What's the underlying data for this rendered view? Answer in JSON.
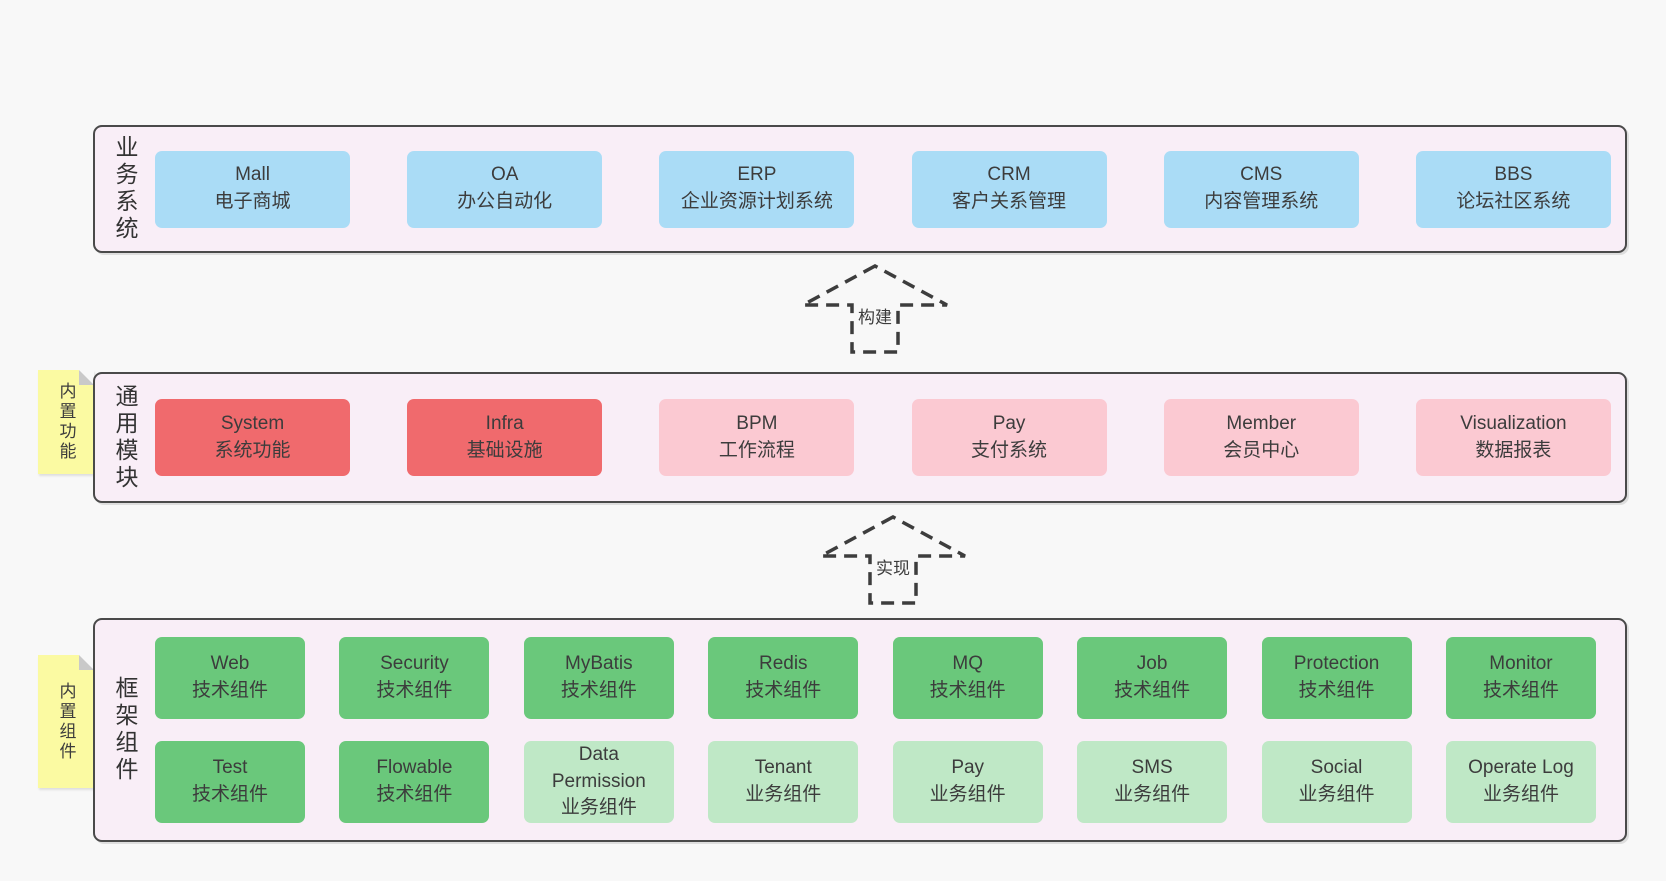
{
  "colors": {
    "page_bg": "#f8f8f8",
    "layer_bg": "#f9eef7",
    "layer_border": "#4a4a4a",
    "blue": "#aadcf6",
    "red": "#f06a6d",
    "pink": "#fbc9d2",
    "green": "#6ac87b",
    "light_green": "#bfe8c6",
    "note_bg": "#fbfaa2",
    "note_fold": "#c9c9c9",
    "text": "#3c3c3c"
  },
  "layers": {
    "business": {
      "label": "业务系统",
      "rows": [
        [
          {
            "name": "Mall",
            "desc": "电子商城",
            "variant": "blue"
          },
          {
            "name": "OA",
            "desc": "办公自动化",
            "variant": "blue"
          },
          {
            "name": "ERP",
            "desc": "企业资源计划系统",
            "variant": "blue"
          },
          {
            "name": "CRM",
            "desc": "客户关系管理",
            "variant": "blue"
          },
          {
            "name": "CMS",
            "desc": "内容管理系统",
            "variant": "blue"
          },
          {
            "name": "BBS",
            "desc": "论坛社区系统",
            "variant": "blue"
          }
        ]
      ]
    },
    "common": {
      "label": "通用模块",
      "note": "内置功能",
      "rows": [
        [
          {
            "name": "System",
            "desc": "系统功能",
            "variant": "red"
          },
          {
            "name": "Infra",
            "desc": "基础设施",
            "variant": "red"
          },
          {
            "name": "BPM",
            "desc": "工作流程",
            "variant": "pink"
          },
          {
            "name": "Pay",
            "desc": "支付系统",
            "variant": "pink"
          },
          {
            "name": "Member",
            "desc": "会员中心",
            "variant": "pink"
          },
          {
            "name": "Visualization",
            "desc": "数据报表",
            "variant": "pink"
          }
        ]
      ]
    },
    "framework": {
      "label": "框架组件",
      "note": "内置组件",
      "rows": [
        [
          {
            "name": "Web",
            "desc": "技术组件",
            "variant": "green"
          },
          {
            "name": "Security",
            "desc": "技术组件",
            "variant": "green"
          },
          {
            "name": "MyBatis",
            "desc": "技术组件",
            "variant": "green"
          },
          {
            "name": "Redis",
            "desc": "技术组件",
            "variant": "green"
          },
          {
            "name": "MQ",
            "desc": "技术组件",
            "variant": "green"
          },
          {
            "name": "Job",
            "desc": "技术组件",
            "variant": "green"
          },
          {
            "name": "Protection",
            "desc": "技术组件",
            "variant": "green"
          },
          {
            "name": "Monitor",
            "desc": "技术组件",
            "variant": "green"
          }
        ],
        [
          {
            "name": "Test",
            "desc": "技术组件",
            "variant": "green"
          },
          {
            "name": "Flowable",
            "desc": "技术组件",
            "variant": "green"
          },
          {
            "name": "Data Permission",
            "desc": "业务组件",
            "variant": "light_green"
          },
          {
            "name": "Tenant",
            "desc": "业务组件",
            "variant": "light_green"
          },
          {
            "name": "Pay",
            "desc": "业务组件",
            "variant": "light_green"
          },
          {
            "name": "SMS",
            "desc": "业务组件",
            "variant": "light_green"
          },
          {
            "name": "Social",
            "desc": "业务组件",
            "variant": "light_green"
          },
          {
            "name": "Operate Log",
            "desc": "业务组件",
            "variant": "light_green"
          }
        ]
      ]
    }
  },
  "arrows": [
    {
      "label": "构建"
    },
    {
      "label": "实现"
    }
  ]
}
